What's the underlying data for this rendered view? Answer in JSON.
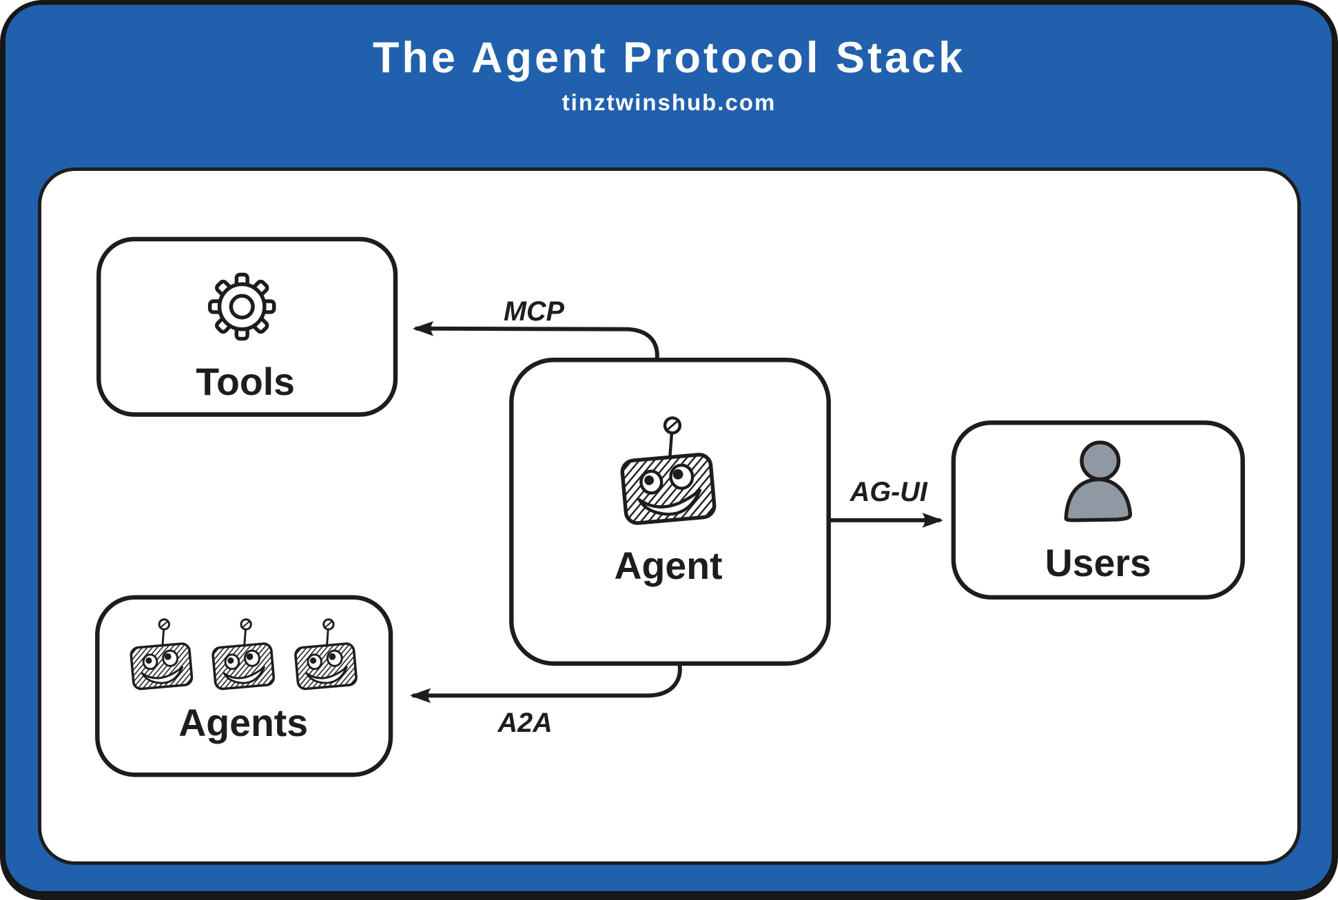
{
  "header": {
    "title": "The Agent Protocol Stack",
    "subtitle": "tinztwinshub.com"
  },
  "diagram": {
    "nodes": {
      "tools": {
        "label": "Tools",
        "icon": "gear-icon"
      },
      "agent": {
        "label": "Agent",
        "icon": "robot-icon"
      },
      "users": {
        "label": "Users",
        "icon": "user-icon"
      },
      "agents": {
        "label": "Agents",
        "icon": "robot-group-icon"
      }
    },
    "edges": [
      {
        "label": "MCP",
        "from": "agent",
        "to": "tools"
      },
      {
        "label": "AG-UI",
        "from": "agent",
        "to": "users"
      },
      {
        "label": "A2A",
        "from": "agent",
        "to": "agents"
      }
    ]
  },
  "colors": {
    "frame_blue": "#2160ad",
    "outline_black": "#1d1d1d",
    "panel_white": "#ffffff",
    "title_white": "#ffffff",
    "user_gray": "#9099a3"
  }
}
